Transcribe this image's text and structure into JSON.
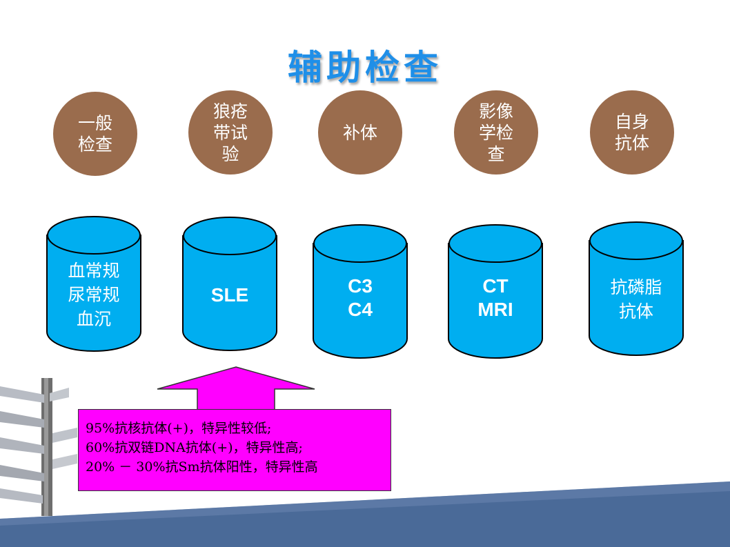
{
  "title": "辅助检查",
  "categories": [
    {
      "name": "一般\n检查",
      "item": "血常规\n尿常规\n血沉"
    },
    {
      "name": "狼疮\n带试\n验",
      "item": "SLE"
    },
    {
      "name": "补体",
      "item": "C3\nC4"
    },
    {
      "name": "影像\n学检\n查",
      "item": "CT\nMRI"
    },
    {
      "name": "自身\n抗体",
      "item": "抗磷脂\n抗体"
    }
  ],
  "note": {
    "lines": [
      "95%抗核抗体(+)，特异性较低;",
      "60%抗双链DNA抗体(+)，特异性高;",
      "20% － 30%抗Sm抗体阳性，特异性高"
    ]
  },
  "colors": {
    "title": "#1f8fe8",
    "circle": "#9a6c4d",
    "cylinder": "#00aef0",
    "arrow": "#ff00ff",
    "footer": "#4a6a98"
  },
  "decoration": {
    "signpost": "signpost-icon"
  }
}
